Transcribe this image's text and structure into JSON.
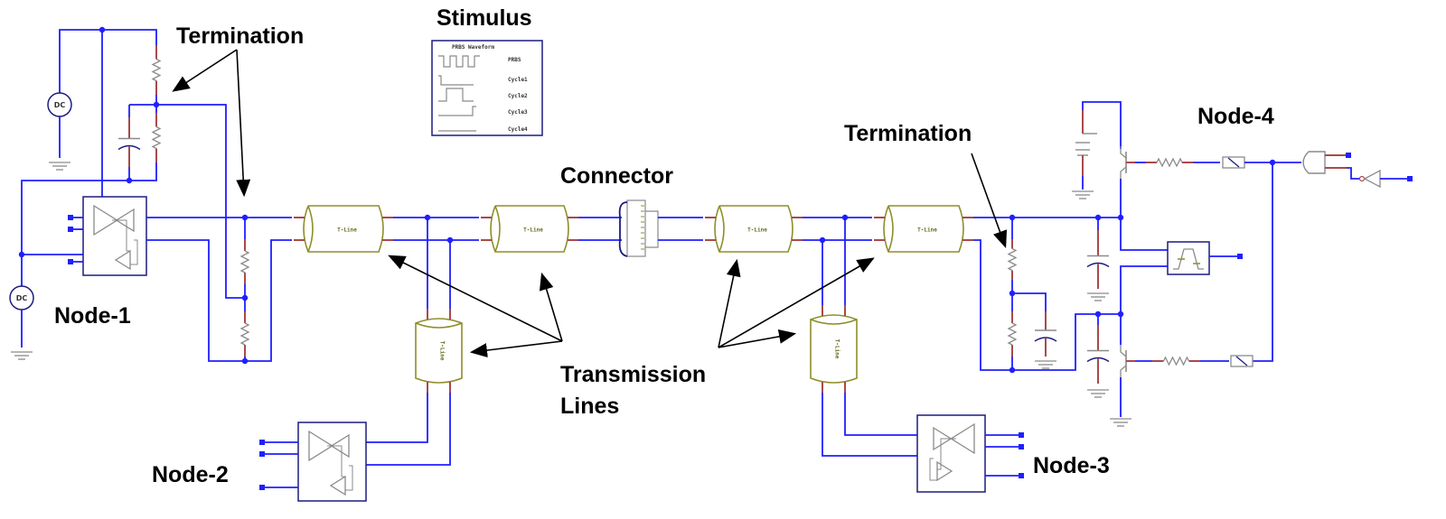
{
  "labels": {
    "termination_left": "Termination",
    "termination_right": "Termination",
    "stimulus": "Stimulus",
    "connector": "Connector",
    "transmission_lines_1": "Transmission",
    "transmission_lines_2": "Lines",
    "node1": "Node-1",
    "node2": "Node-2",
    "node3": "Node-3",
    "node4": "Node-4"
  },
  "stimulus_box": {
    "header": "PRBS Waveform",
    "outputs": [
      "PRBS",
      "Cycle1",
      "Cycle2",
      "Cycle3",
      "Cycle4"
    ]
  },
  "tline_label": "T-Line",
  "dc_label": "DC",
  "colors": {
    "wire": "#1f1fff",
    "pin": "#a84a4a",
    "component": "#8a8a8a",
    "tline": "#8e8e2a",
    "block": "#1c1c80",
    "arrow": "#000000"
  }
}
